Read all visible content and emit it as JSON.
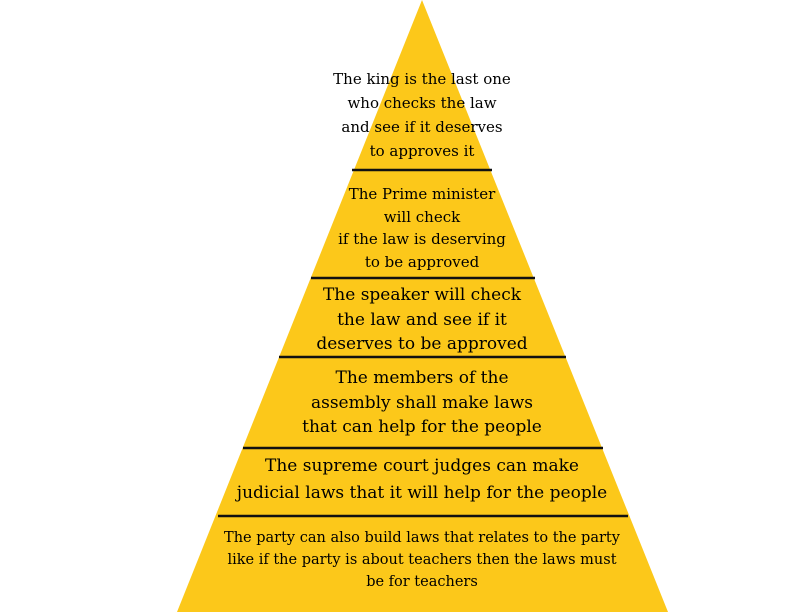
{
  "diagram": {
    "type": "pyramid",
    "fill_color": "#FCC81A",
    "divider_color": "#111111",
    "tiers": [
      {
        "label": "The king is the last one\nwho checks the law\nand see if it deserves\nto approves it"
      },
      {
        "label": "The Prime minister\nwill check\nif the law is deserving\nto be approved"
      },
      {
        "label": "The speaker will check\nthe law and see if it\ndeserves to be approved"
      },
      {
        "label": "The members of the\nassembly shall make laws\nthat can help for the people"
      },
      {
        "label": "The supreme court judges can make\njudicial laws that it will help for the people"
      },
      {
        "label": "The party can also build laws that relates to the party\nlike if the party is about teachers then the laws must\nbe for teachers"
      }
    ]
  }
}
